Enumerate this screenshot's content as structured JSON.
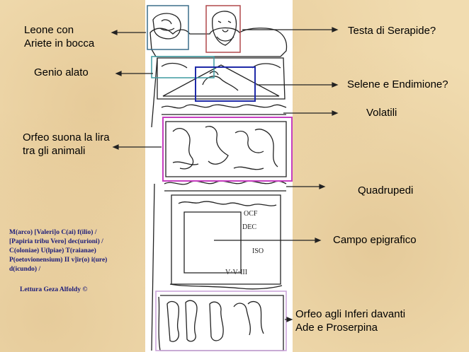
{
  "annotations": {
    "leone": [
      "Leone con",
      "Ariete in bocca"
    ],
    "testa": "Testa di Serapide?",
    "genio": "Genio alato",
    "selene": "Selene e Endimione?",
    "volatili": "Volatili",
    "orfeo_lira": [
      "Orfeo suona la lira",
      "tra gli animali"
    ],
    "quadrupedi": "Quadrupedi",
    "campo": "Campo epigrafico",
    "orfeo_inferi": [
      "Orfeo agli Inferi davanti",
      "Ade e Proserpina"
    ]
  },
  "inscription": {
    "lines": [
      "M(arco) [Valeri]o C(ai) f(ilio) /",
      "[Papiria tribu Vero] dec(urioni) /",
      "C(oloniae) U(lpiae) T(raianae)",
      "P(oetovionensium) II v]ir(o) i(ure)",
      "d(icundo) /"
    ],
    "credit": "Lettura Geza Alfoldy ©"
  },
  "stone_text": {
    "line1": "OCF",
    "line2": "DEC",
    "line3": "ISO",
    "line4": "V·V·III"
  },
  "colors": {
    "leone_box": "#3b6f8a",
    "testa_box": "#b0494c",
    "genio_box": "#3d9aa0",
    "selene_box": "#1f2aa8",
    "orfeo_box": "#c63ec0",
    "inferi_box": "#c9a0d8",
    "inscription_text": "#1c1c7a"
  }
}
